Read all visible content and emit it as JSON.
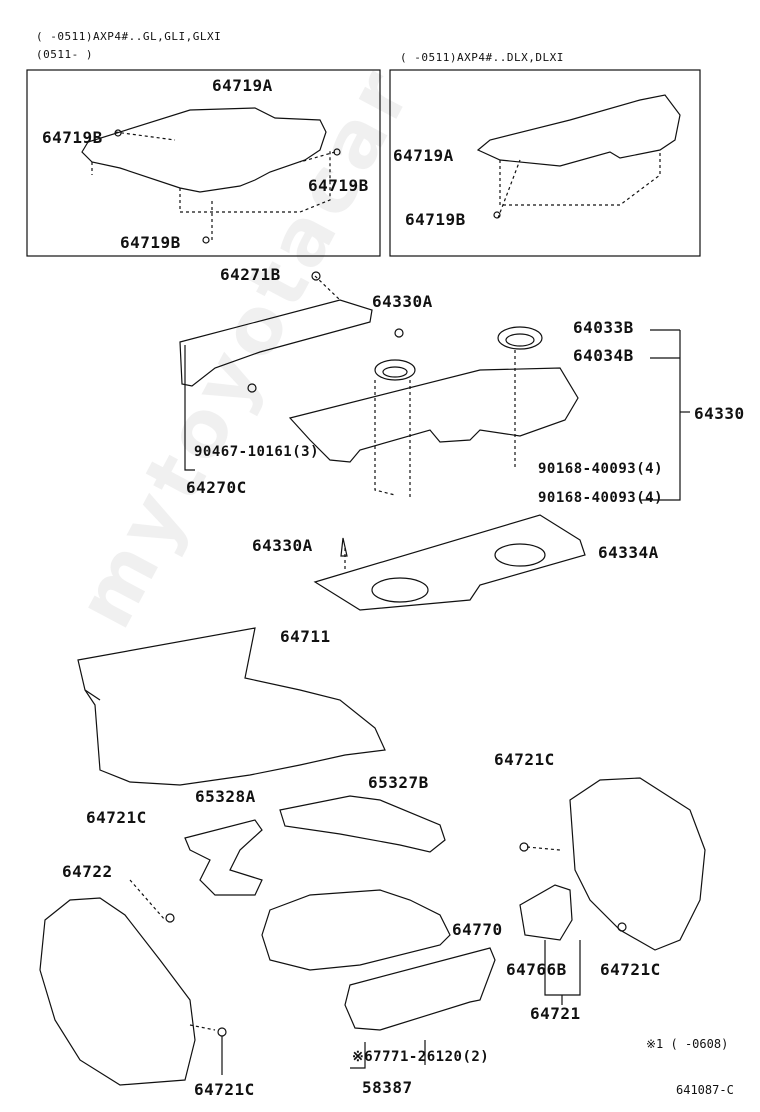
{
  "header": {
    "line1": "(    -0511)AXP4#..GL,GLI,GLXI",
    "line2": "(0511-     )",
    "box2_note": "(    -0511)AXP4#..DLX,DLXI"
  },
  "box1": {
    "title": "64719A",
    "left": "64719B",
    "right": "64719B",
    "bottom": "64719B"
  },
  "box2": {
    "title": "64719A",
    "bottom": "64719B"
  },
  "parts": {
    "p64271B": "64271B",
    "p64330A_top": "64330A",
    "p64033B": "64033B",
    "p64034B": "64034B",
    "p64330": "64330",
    "p90467": "90467-10161(3)",
    "p64270C": "64270C",
    "p90168_a": "90168-40093(4)",
    "p90168_b": "90168-40093(4)",
    "p64330A_mid": "64330A",
    "p64334A": "64334A",
    "p64711": "64711",
    "p64721C_top": "64721C",
    "p65327B": "65327B",
    "p65328A": "65328A",
    "p64721C_left": "64721C",
    "p64722": "64722",
    "p64770": "64770",
    "p64766B": "64766B",
    "p64721C_right": "64721C",
    "p64721": "64721",
    "p67771": "※67771-26120(2)",
    "p58387": "58387",
    "p64721C_bottom": "64721C"
  },
  "footnote": "※1 (    -0608)",
  "drawing_ref": "641087-C",
  "watermark": "mytoyotacar"
}
